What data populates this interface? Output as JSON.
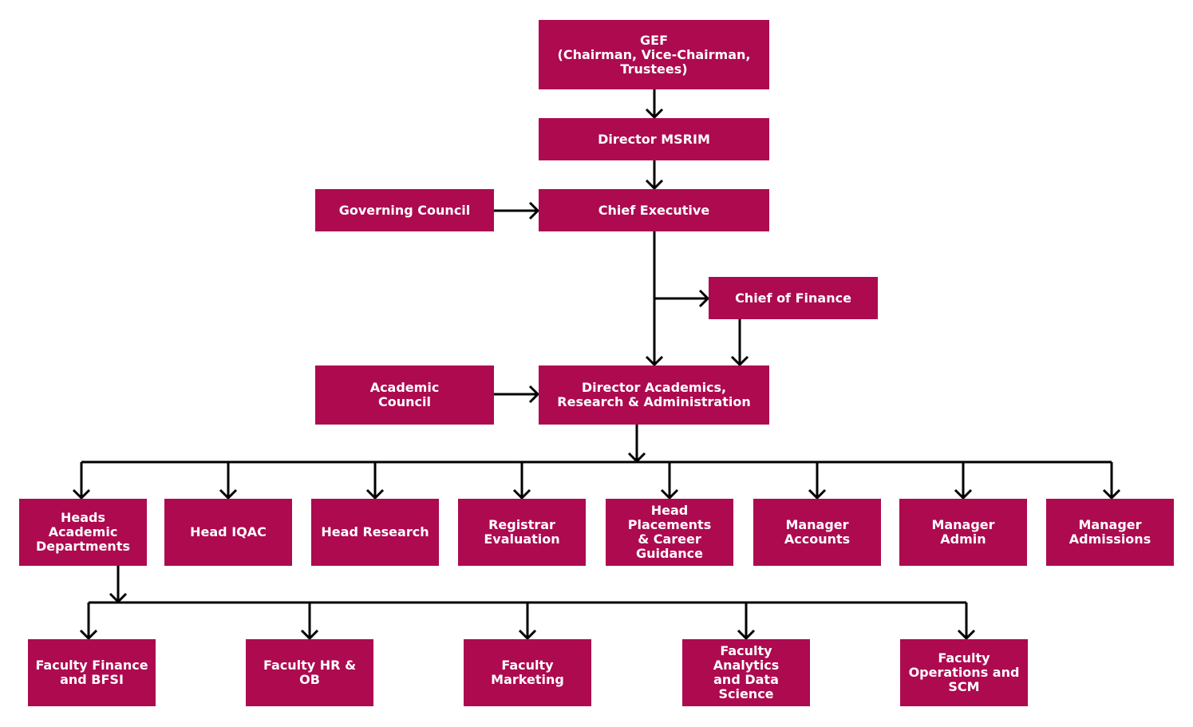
{
  "colors": {
    "box_fill": "#ad0a50",
    "box_text": "#ffffff",
    "connector": "#000000"
  },
  "nodes": {
    "gef": "GEF\n(Chairman, Vice-Chairman,\nTrustees)",
    "director_msrim": "Director MSRIM",
    "governing_council": "Governing Council",
    "chief_executive": "Chief Executive",
    "chief_of_finance": "Chief of Finance",
    "academic_council": "Academic\nCouncil",
    "director_academics": "Director Academics,\nResearch & Administration",
    "heads_academic_departments": "Heads\nAcademic\nDepartments",
    "head_iqac": "Head IQAC",
    "head_research": "Head Research",
    "registrar_evaluation": "Registrar\nEvaluation",
    "head_placements": "Head Placements\n& Career\nGuidance",
    "manager_accounts": "Manager\nAccounts",
    "manager_admin": "Manager\nAdmin",
    "manager_admissions": "Manager\nAdmissions",
    "faculty_finance": "Faculty Finance\nand BFSI",
    "faculty_hr": "Faculty HR &\nOB",
    "faculty_marketing": "Faculty\nMarketing",
    "faculty_analytics": "Faculty Analytics\nand Data Science",
    "faculty_operations": "Faculty\nOperations and\nSCM"
  }
}
